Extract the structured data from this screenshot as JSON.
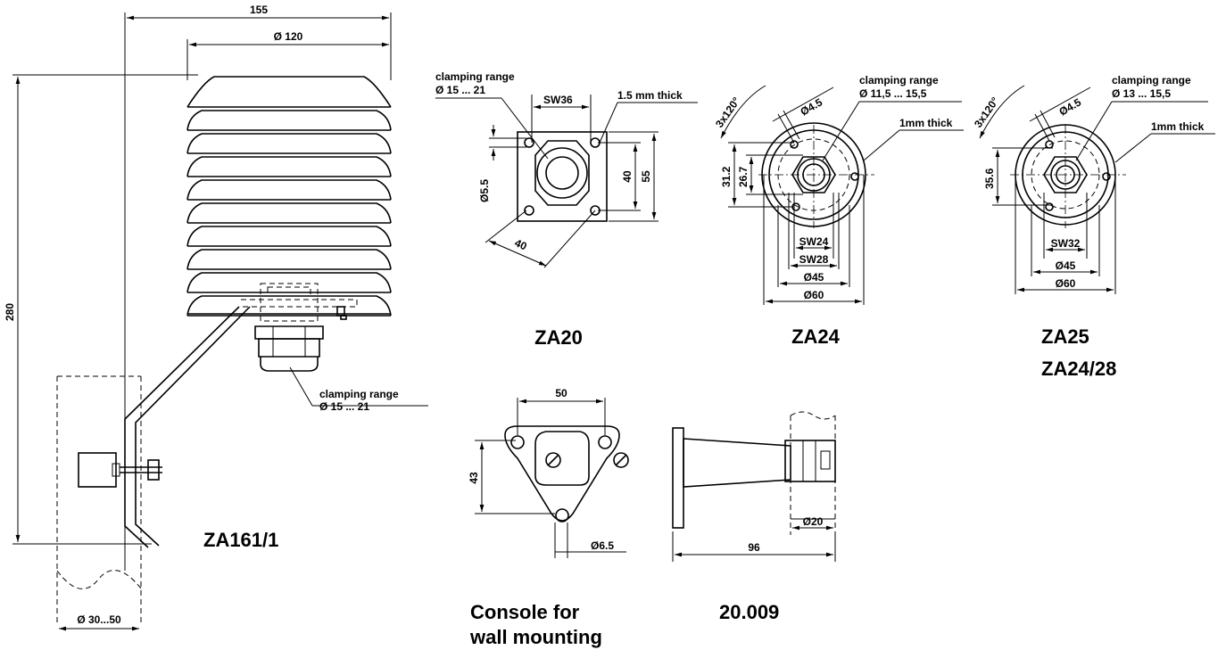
{
  "za161": {
    "dim_155": "155",
    "dim_120": "Ø 120",
    "dim_280": "280",
    "dim_30_50": "Ø 30...50",
    "clamp_title": "clamping range",
    "clamp_value": "Ø 15 ... 21",
    "name": "ZA161/1"
  },
  "za20": {
    "clamp_title": "clamping range",
    "clamp_value": "Ø 15 ... 21",
    "sw": "SW36",
    "thick": "1.5 mm thick",
    "d55": "Ø5.5",
    "dim40v": "40",
    "dim55": "55",
    "dim40d": "40",
    "name": "ZA20"
  },
  "za24": {
    "angle": "3x120°",
    "hole": "Ø4.5",
    "clamp_title": "clamping range",
    "clamp_value": "Ø 11,5 ... 15,5",
    "thick": "1mm thick",
    "d312": "31.2",
    "d267": "26.7",
    "sw24": "SW24",
    "sw28": "SW28",
    "d45": "Ø45",
    "d60": "Ø60",
    "name": "ZA24"
  },
  "za25": {
    "angle": "3x120°",
    "hole": "Ø4.5",
    "clamp_title": "clamping range",
    "clamp_value": "Ø 13 ... 15,5",
    "thick": "1mm thick",
    "d356": "35.6",
    "sw32": "SW32",
    "d45": "Ø45",
    "d60": "Ø60",
    "name1": "ZA25",
    "name2": "ZA24/28"
  },
  "console": {
    "d50": "50",
    "d43": "43",
    "d65": "Ø6.5",
    "name1": "Console for",
    "name2": "wall mounting"
  },
  "bracket": {
    "d20": "Ø20",
    "d96": "96",
    "name": "20.009"
  }
}
